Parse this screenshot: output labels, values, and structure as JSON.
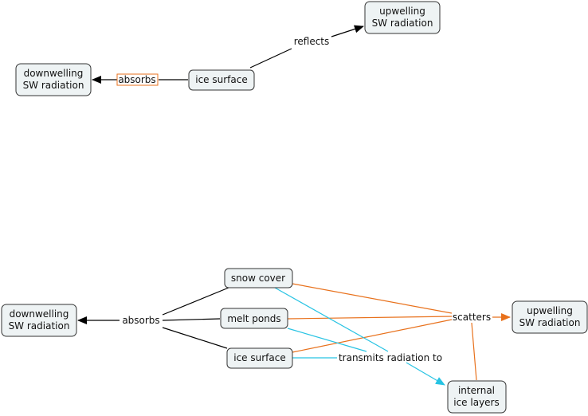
{
  "diagram_top": {
    "nodes": {
      "ice_surface": "ice surface",
      "upwelling": [
        "upwelling",
        "SW radiation"
      ],
      "downwelling": [
        "downwelling",
        "SW radiation"
      ]
    },
    "links": {
      "reflects": "reflects",
      "absorbs": "absorbs"
    }
  },
  "diagram_bottom": {
    "nodes": {
      "snow_cover": "snow cover",
      "melt_ponds": "melt ponds",
      "ice_surface": "ice surface",
      "downwelling": [
        "downwelling",
        "SW radiation"
      ],
      "upwelling": [
        "upwelling",
        "SW radiation"
      ],
      "internal": [
        "internal",
        "ice layers"
      ]
    },
    "links": {
      "absorbs": "absorbs",
      "scatters": "scatters",
      "transmits": "transmits radiation to"
    }
  },
  "colors": {
    "black_edge": "#000000",
    "orange_edge": "#e8711c",
    "cyan_edge": "#27c3e3",
    "highlight_box": "#e8711c",
    "node_fill": "#eef3f4"
  }
}
